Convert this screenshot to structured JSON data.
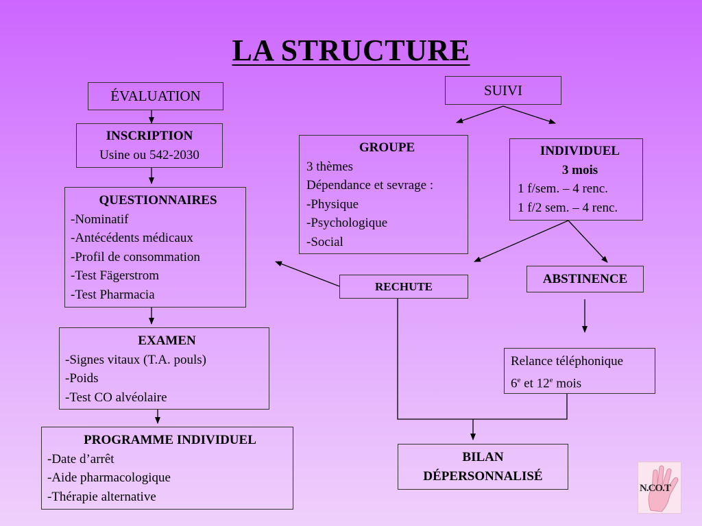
{
  "title": "LA STRUCTURE",
  "evaluation": {
    "label": "ÉVALUATION"
  },
  "inscription": {
    "title": "INSCRIPTION",
    "detail": "Usine ou 542-2030"
  },
  "questionnaires": {
    "title": "QUESTIONNAIRES",
    "items": [
      "-Nominatif",
      "-Antécédents médicaux",
      "-Profil de consommation",
      "-Test Fägerstrom",
      "-Test Pharmacia"
    ]
  },
  "examen": {
    "title": "EXAMEN",
    "items": [
      "-Signes vitaux (T.A. pouls)",
      "-Poids",
      "-Test CO alvéolaire"
    ]
  },
  "programme": {
    "title": "PROGRAMME INDIVIDUEL",
    "items": [
      "-Date d’arrêt",
      "-Aide pharmacologique",
      "-Thérapie alternative"
    ]
  },
  "suivi": {
    "label": "SUIVI"
  },
  "groupe": {
    "title": "GROUPE",
    "items": [
      "3 thèmes",
      "Dépendance et sevrage :",
      "-Physique",
      "-Psychologique",
      "-Social"
    ]
  },
  "individuel": {
    "title": "INDIVIDUEL",
    "subtitle": "3 mois",
    "items": [
      "1 f/sem. – 4 renc.",
      "1 f/2 sem. – 4 renc."
    ]
  },
  "rechute": {
    "label": "RECHUTE"
  },
  "abstinence": {
    "label": "ABSTINENCE"
  },
  "relance": {
    "line1": "Relance téléphonique",
    "num1": "6",
    "sup1": "e",
    "and": " et 12",
    "sup2": "e",
    "tail": " mois"
  },
  "bilan": {
    "line1": "BILAN",
    "line2": "DÉPERSONNALISÉ"
  },
  "logo": {
    "text": "N.CO.T"
  },
  "colors": {
    "bg_top": "#cc66ff",
    "bg_bottom": "#efd0fb",
    "stroke": "#000000"
  }
}
